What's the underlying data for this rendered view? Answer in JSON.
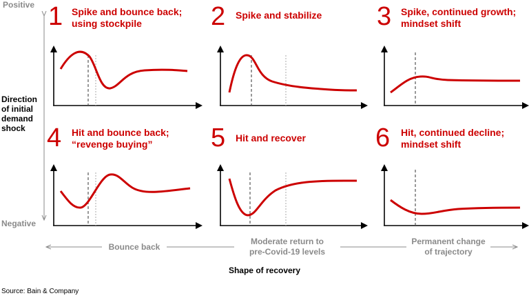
{
  "y_axis": {
    "top_label": "Positive",
    "bottom_label": "Negative",
    "title_lines": [
      "Direction",
      "of initial",
      "demand",
      "shock"
    ]
  },
  "panels": [
    {
      "number": "1",
      "title_lines": [
        "Spike and bounce back;",
        "using stockpile"
      ]
    },
    {
      "number": "2",
      "title_lines": [
        "Spike and stabilize"
      ]
    },
    {
      "number": "3",
      "title_lines": [
        "Spike, continued growth;",
        "mindset shift"
      ]
    },
    {
      "number": "4",
      "title_lines": [
        "Hit and bounce back;",
        "“revenge buying”"
      ]
    },
    {
      "number": "5",
      "title_lines": [
        "Hit and recover"
      ]
    },
    {
      "number": "6",
      "title_lines": [
        "Hit, continued decline;",
        "mindset shift"
      ]
    }
  ],
  "x_axis": {
    "left_label": "Bounce back",
    "middle_label_lines": [
      "Moderate return to",
      "pre-Covid-19 levels"
    ],
    "right_label_lines": [
      "Permanent change",
      "of trajectory"
    ],
    "title": "Shape of recovery"
  },
  "source": "Source: Bain & Company",
  "colors": {
    "accent": "#cc0000",
    "axis_gray": "#8a8a8a",
    "curve": "#cc0000"
  }
}
